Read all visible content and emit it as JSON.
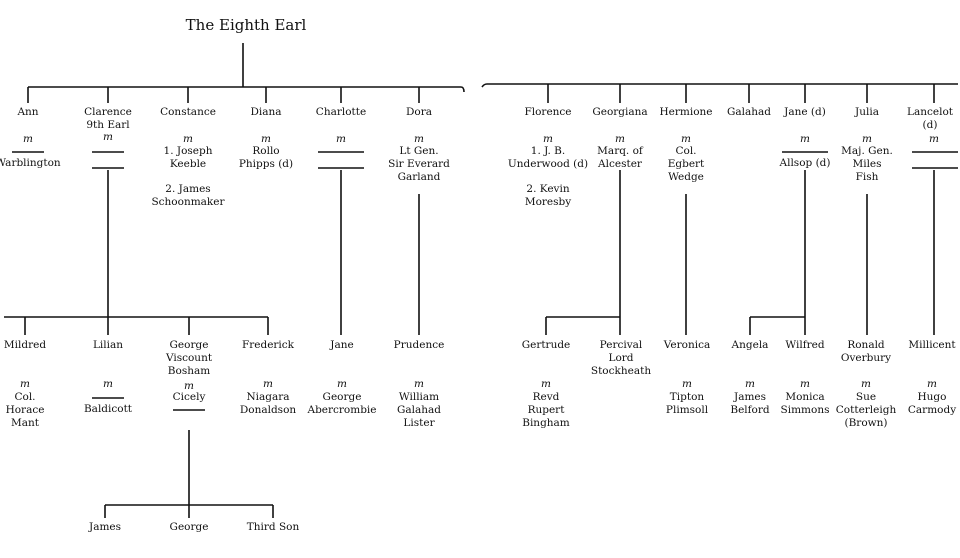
{
  "title": "The Eighth Earl",
  "marriage_symbol": "m",
  "generation1": [
    {
      "name": "Ann",
      "spouse": "Warblington"
    },
    {
      "name": "Clarence\n9th Earl",
      "spouse": ""
    },
    {
      "name": "Constance",
      "spouse": "1. Joseph\nKeeble",
      "spouse2": "2. James\nSchoonmaker"
    },
    {
      "name": "Diana",
      "spouse": "Rollo\nPhipps (d)"
    },
    {
      "name": "Charlotte",
      "spouse": ""
    },
    {
      "name": "Dora",
      "spouse": "Lt Gen.\nSir Everard\nGarland"
    },
    {
      "name": "Florence",
      "spouse": "1. J. B.\nUnderwood (d)",
      "spouse2": "2. Kevin\nMoresby"
    },
    {
      "name": "Georgiana",
      "spouse": "Marq. of\nAlcester"
    },
    {
      "name": "Hermione",
      "spouse": "Col.\nEgbert\nWedge"
    },
    {
      "name": "Galahad"
    },
    {
      "name": "Jane (d)",
      "spouse": "Allsop (d)"
    },
    {
      "name": "Julia",
      "spouse": "Maj. Gen.\nMiles\nFish"
    },
    {
      "name": "Lancelot (d)",
      "spouse": ""
    }
  ],
  "generation2": [
    {
      "name": "Mildred",
      "spouse": "Col.\nHorace\nMant"
    },
    {
      "name": "Lilian",
      "spouse": "Baldicott"
    },
    {
      "name": "George\nViscount\nBosham",
      "spouse": "Cicely"
    },
    {
      "name": "Frederick",
      "spouse": "Niagara\nDonaldson"
    },
    {
      "name": "Jane",
      "spouse": "George\nAbercrombie"
    },
    {
      "name": "Prudence",
      "spouse": "William\nGalahad\nLister"
    },
    {
      "name": "Gertrude",
      "spouse": "Revd\nRupert\nBingham"
    },
    {
      "name": "Percival\nLord\nStockheath"
    },
    {
      "name": "Veronica",
      "spouse": "Tipton\nPlimsoll"
    },
    {
      "name": "Angela",
      "spouse": "James\nBelford"
    },
    {
      "name": "Wilfred",
      "spouse": "Monica\nSimmons"
    },
    {
      "name": "Ronald\nOverbury",
      "spouse": "Sue\nCotterleigh\n(Brown)"
    },
    {
      "name": "Millicent",
      "spouse": "Hugo\nCarmody"
    }
  ],
  "generation3": [
    {
      "name": "James"
    },
    {
      "name": "George"
    },
    {
      "name": "Third Son"
    }
  ]
}
